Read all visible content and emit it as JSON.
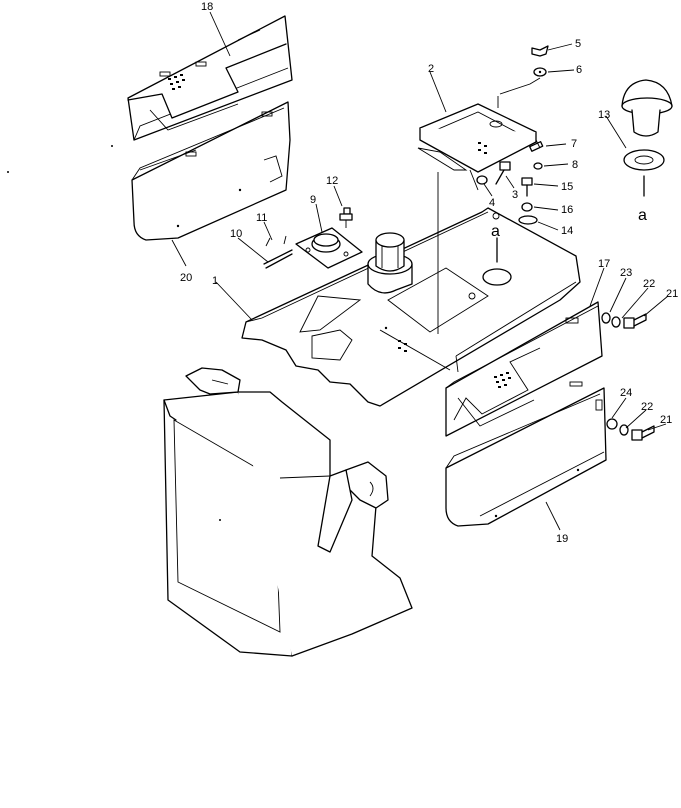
{
  "labels": {
    "p1": "1",
    "p2": "2",
    "p3": "3",
    "p4": "4",
    "p5": "5",
    "p6": "6",
    "p7": "7",
    "p8": "8",
    "p9": "9",
    "p10": "10",
    "p11": "11",
    "p12": "12",
    "p13": "13",
    "p14": "14",
    "p15": "15",
    "p16": "16",
    "p17": "17",
    "p18": "18",
    "p19": "19",
    "p20": "20",
    "p21a": "21",
    "p21b": "21",
    "p22a": "22",
    "p22b": "22",
    "p23": "23",
    "p24": "24"
  },
  "refs": {
    "a_cap": "a",
    "a_hood": "a"
  }
}
